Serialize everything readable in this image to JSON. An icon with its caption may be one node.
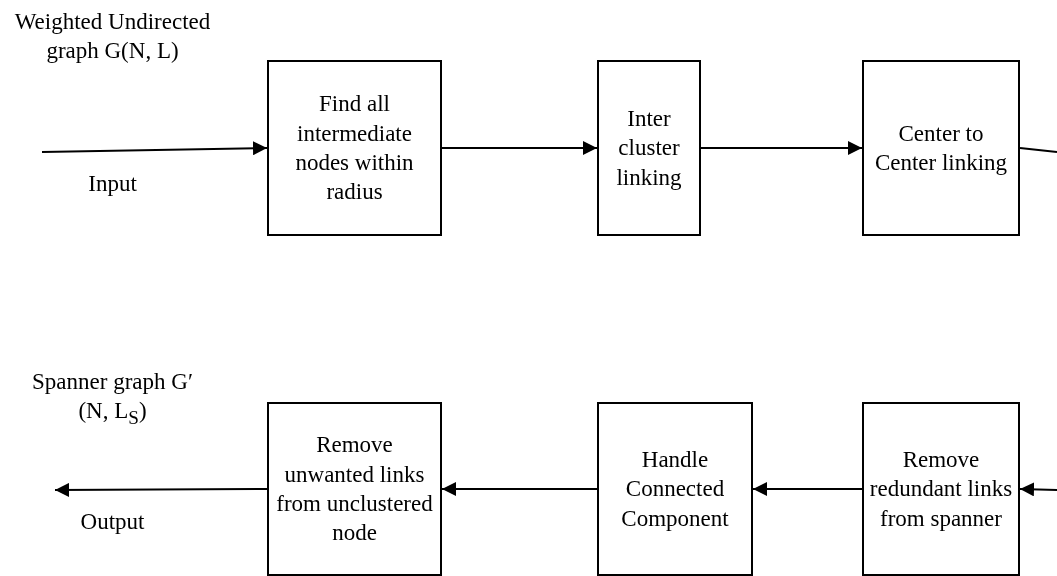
{
  "diagram": {
    "nodes": [
      {
        "text": [
          "Find all intermediate nodes within radius"
        ]
      },
      {
        "text": [
          "Inter cluster linking"
        ]
      },
      {
        "text": [
          "Center to Center linking"
        ]
      },
      {
        "text": [
          "Remove unwanted links from unclustered node"
        ]
      },
      {
        "text": [
          "Handle Connected Component"
        ]
      },
      {
        "text": [
          "Remove redundant links from spanner"
        ]
      }
    ],
    "edges": [
      {
        "from": null,
        "to": 0,
        "arrow": "to"
      },
      {
        "from": 0,
        "to": 1,
        "arrow": "to"
      },
      {
        "from": 1,
        "to": 2,
        "arrow": "to"
      },
      {
        "from": 2,
        "to": null,
        "arrow": "none"
      },
      {
        "from": null,
        "to": 5,
        "arrow": "to"
      },
      {
        "from": 5,
        "to": 4,
        "arrow": "to"
      },
      {
        "from": 4,
        "to": 3,
        "arrow": "to"
      },
      {
        "from": 3,
        "to": null,
        "arrow": "to"
      }
    ],
    "labels": [
      "Weighted Undirected graph G(N, L)",
      "Input",
      "Spanner graph G′(N, L$_{S}$)",
      "Output"
    ]
  }
}
